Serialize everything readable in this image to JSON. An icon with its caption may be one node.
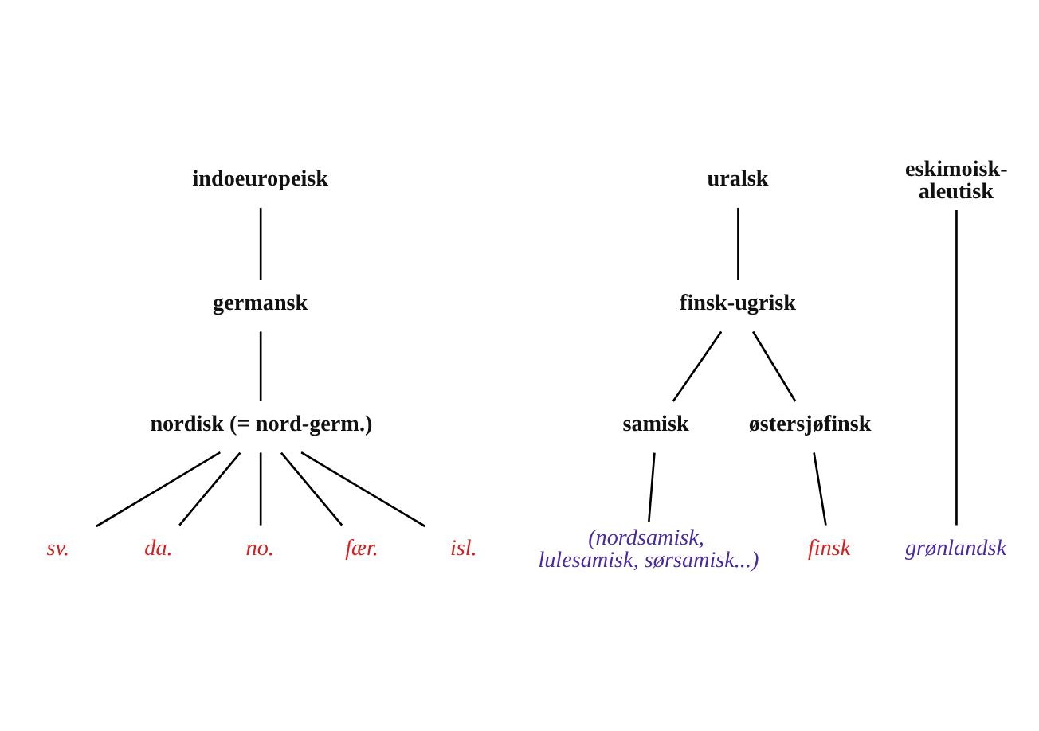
{
  "diagram": {
    "nodes": [
      {
        "text": [
          "indoeuropeisk"
        ]
      },
      {
        "text": [
          "uralsk"
        ]
      },
      {
        "text": [
          "eskimoisk-aleutisk"
        ]
      },
      {
        "text": [
          "germansk"
        ]
      },
      {
        "text": [
          "finsk-ugrisk"
        ]
      },
      {
        "text": [
          "nordisk (= nord-germ.)"
        ]
      },
      {
        "text": [
          "samisk"
        ]
      },
      {
        "text": [
          "østersjøfinsk"
        ]
      },
      {
        "text": [
          "sv."
        ]
      },
      {
        "text": [
          "da."
        ]
      },
      {
        "text": [
          "no."
        ]
      },
      {
        "text": [
          "fær."
        ]
      },
      {
        "text": [
          "isl."
        ]
      },
      {
        "text": [
          "(nordsamisk, lulesamisk, sørsamisk...)"
        ]
      },
      {
        "text": [
          "finsk"
        ]
      },
      {
        "text": [
          "grønlandsk"
        ]
      }
    ],
    "edges": [
      {
        "from": 0,
        "to": 3,
        "arrow": "none"
      },
      {
        "from": 3,
        "to": 5,
        "arrow": "none"
      },
      {
        "from": 5,
        "to": 8,
        "arrow": "none"
      },
      {
        "from": 5,
        "to": 9,
        "arrow": "none"
      },
      {
        "from": 5,
        "to": 10,
        "arrow": "none"
      },
      {
        "from": 5,
        "to": 11,
        "arrow": "none"
      },
      {
        "from": 5,
        "to": 12,
        "arrow": "none"
      },
      {
        "from": 1,
        "to": 4,
        "arrow": "none"
      },
      {
        "from": 4,
        "to": 6,
        "arrow": "none"
      },
      {
        "from": 4,
        "to": 7,
        "arrow": "none"
      },
      {
        "from": 6,
        "to": 13,
        "arrow": "none"
      },
      {
        "from": 7,
        "to": 14,
        "arrow": "none"
      },
      {
        "from": 2,
        "to": 15,
        "arrow": "none"
      }
    ]
  }
}
